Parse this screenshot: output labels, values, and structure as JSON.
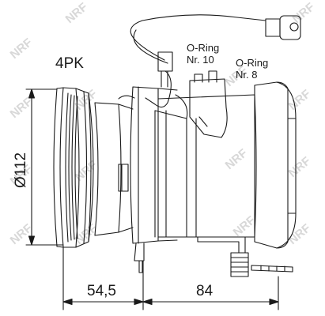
{
  "labels": {
    "belt": "4PK",
    "pulley_diameter": "Ø112",
    "oring_10_line1": "O-Ring",
    "oring_10_line2": "Nr. 10",
    "oring_8_line1": "O-Ring",
    "oring_8_line2": "Nr. 8",
    "dim_left": "54,5",
    "dim_right": "84"
  },
  "watermark": {
    "text": "NRF"
  },
  "colors": {
    "line": "#1a1a1a",
    "watermark": "#d8d8d8",
    "background": "#ffffff"
  }
}
